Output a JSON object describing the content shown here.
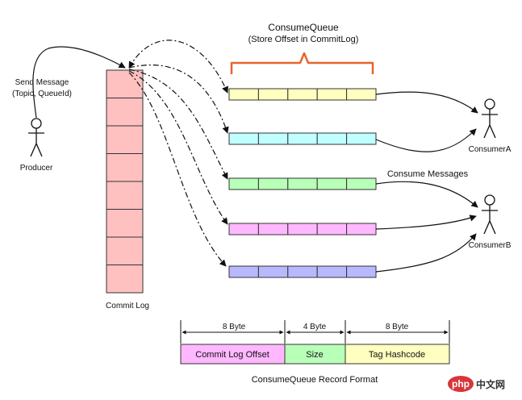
{
  "labels": {
    "consume_queue_title": "ConsumeQueue",
    "consume_queue_subtitle": "(Store Offset in CommitLog)",
    "send_message": "Send Message",
    "topic_queueid": "(Topic, QueueId)",
    "producer": "Producer",
    "commit_log": "Commit Log",
    "consumer_a": "ConsumerA",
    "consumer_b": "ConsumerB",
    "consume_messages": "Consume Messages"
  },
  "record_format": {
    "title": "ConsumeQueue Record Format",
    "fields": [
      {
        "name": "Commit Log Offset",
        "size": "8 Byte",
        "color": "#ffb8ff"
      },
      {
        "name": "Size",
        "size": "4 Byte",
        "color": "#b8ffb8"
      },
      {
        "name": "Tag Hashcode",
        "size": "8 Byte",
        "color": "#ffffc0"
      }
    ]
  },
  "queues": [
    {
      "color": "#ffffc0"
    },
    {
      "color": "#c0ffff"
    },
    {
      "color": "#b8ffb8"
    },
    {
      "color": "#ffb8ff"
    },
    {
      "color": "#b8b8ff"
    }
  ],
  "commit_log": {
    "cells": 8,
    "color": "#ffc0c0"
  },
  "watermark": {
    "logo": "php",
    "text": "中文网"
  },
  "colors": {
    "brace": "#e8642c",
    "line": "#111111"
  }
}
